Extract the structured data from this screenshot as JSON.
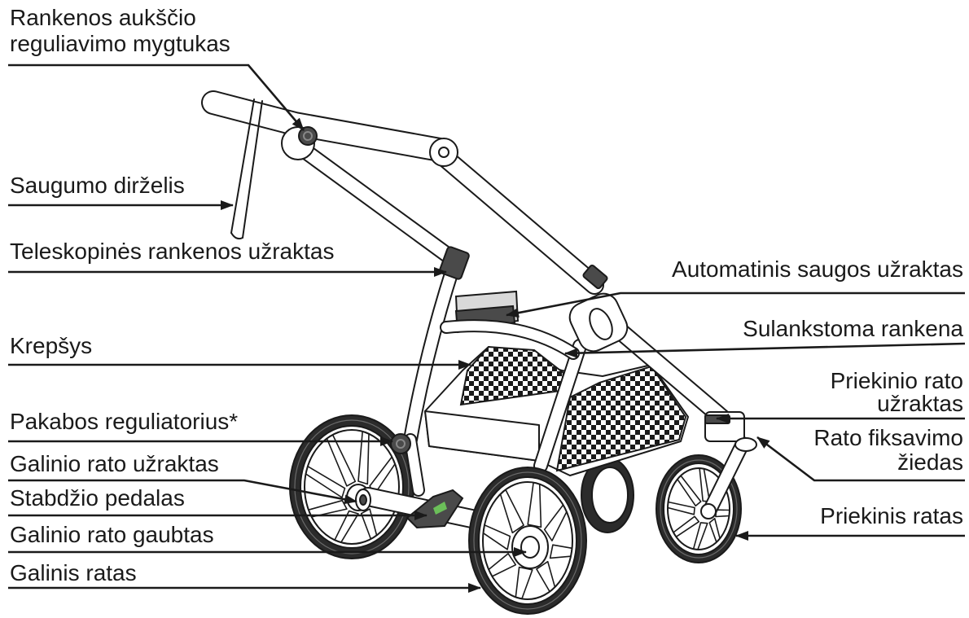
{
  "colors": {
    "line": "#1a1a1a",
    "tire": "#2b2b2b",
    "part_dark": "#4a4a4a",
    "brake_indicator": "#6bbf59",
    "seat_bracket": "#d9d9d9"
  },
  "labels": {
    "left": {
      "handle_height_button": [
        "Rankenos aukščio",
        "reguliavimo mygtukas"
      ],
      "safety_strap": [
        "Saugumo dirželis"
      ],
      "telescopic_handle_lock": [
        "Teleskopinės rankenos užraktas"
      ],
      "basket": [
        "Krepšys"
      ],
      "suspension_regulator": [
        "Pakabos reguliatorius*"
      ],
      "rear_wheel_lock": [
        "Galinio rato užraktas"
      ],
      "brake_pedal": [
        "Stabdžio pedalas"
      ],
      "rear_wheel_cover": [
        "Galinio rato gaubtas"
      ],
      "rear_wheel": [
        "Galinis ratas"
      ]
    },
    "right": {
      "automatic_safety_lock": [
        "Automatinis saugos užraktas"
      ],
      "folding_handle": [
        "Sulankstoma rankena"
      ],
      "front_wheel_lock": [
        "Priekinio rato",
        "užraktas"
      ],
      "wheel_fixing_ring": [
        "Rato fiksavimo",
        "žiedas"
      ],
      "front_wheel": [
        "Priekinis ratas"
      ]
    }
  }
}
